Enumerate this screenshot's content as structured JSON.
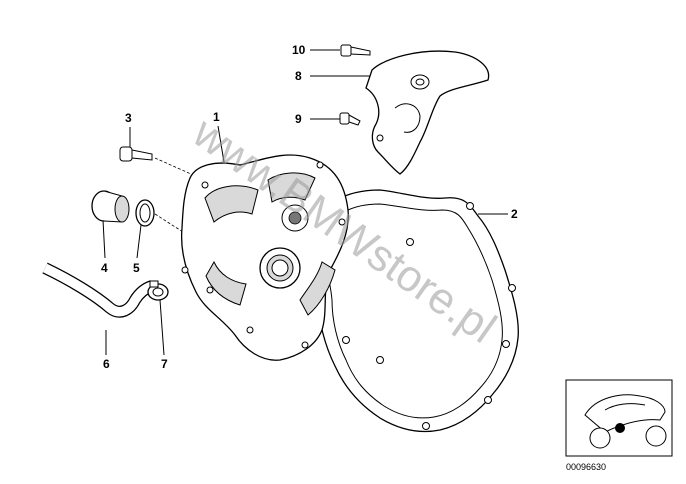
{
  "watermark": "www.BMWstore.pl",
  "callouts": {
    "p1": "1",
    "p2": "2",
    "p3": "3",
    "p4": "4",
    "p5": "5",
    "p6": "6",
    "p7": "7",
    "p8": "8",
    "p9": "9",
    "p10": "10"
  },
  "catalog_number": "00096630"
}
